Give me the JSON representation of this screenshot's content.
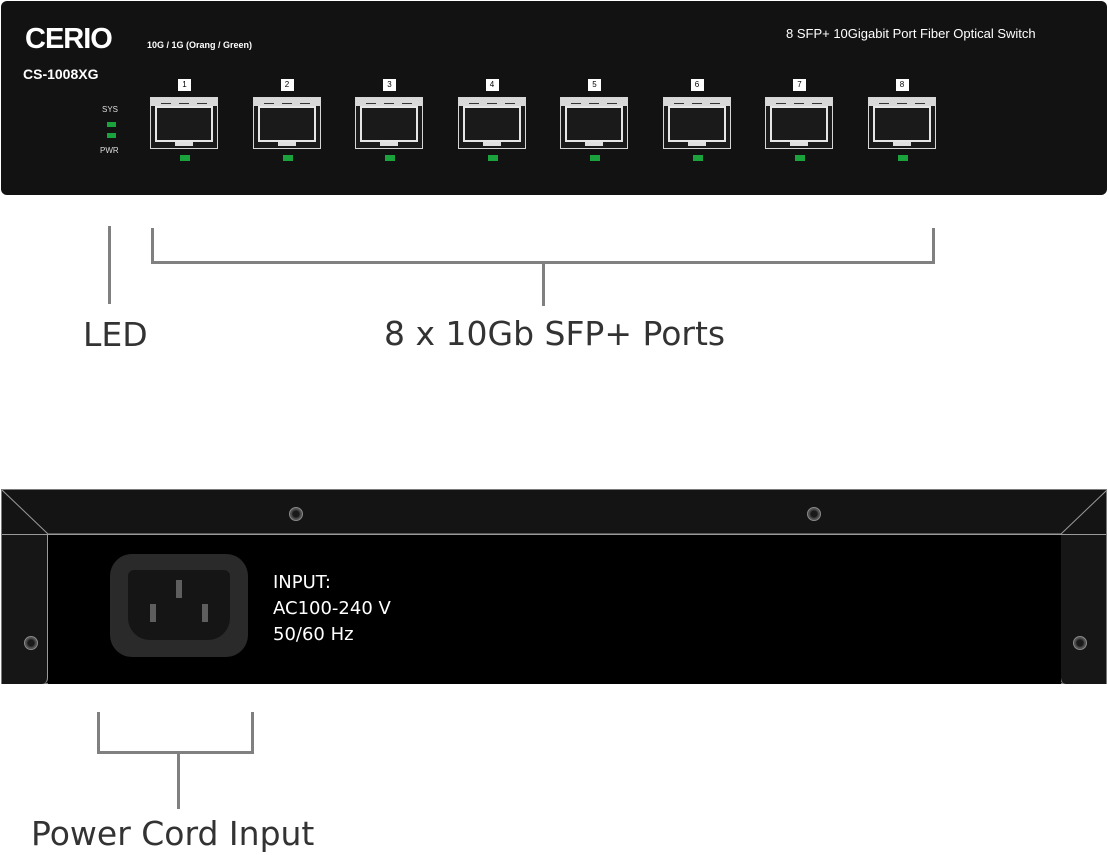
{
  "front_panel": {
    "logo": "CERIO",
    "model": "CS-1008XG",
    "speed_legend": "10G / 1G  (Orang / Green)",
    "description": "8 SFP+ 10Gigabit Port Fiber Optical Switch",
    "leds": {
      "sys": "SYS",
      "pwr": "PWR",
      "color": "#1aa33c"
    },
    "ports": [
      "1",
      "2",
      "3",
      "4",
      "5",
      "6",
      "7",
      "8"
    ]
  },
  "callouts": {
    "led": "LED",
    "ports": "8 x 10Gb SFP+ Ports",
    "power": "Power Cord Input"
  },
  "rear_panel": {
    "input_title": "INPUT:",
    "input_voltage": "AC100-240 V",
    "input_freq": "50/60 Hz"
  }
}
